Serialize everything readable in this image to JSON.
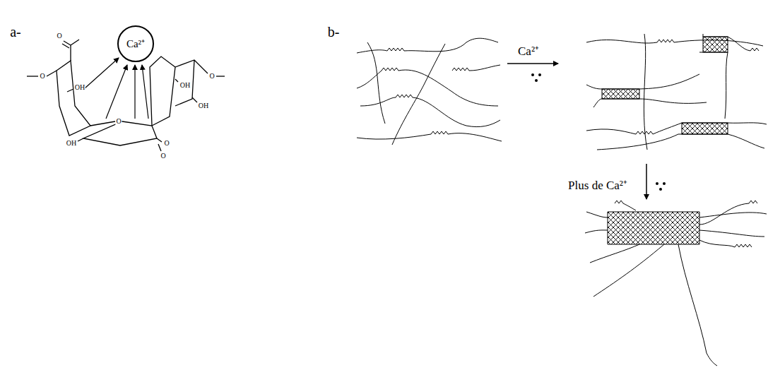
{
  "diagram": {
    "nodes": [
      {
        "text": [
          "Ca²⁺"
        ]
      }
    ],
    "labels": [
      "a-",
      "b-",
      "O",
      "OH",
      "OH",
      "O",
      "O",
      "O",
      "OH",
      "OH",
      "Ca²⁺",
      "Plus de Ca²⁺",
      "O",
      "O"
    ]
  }
}
